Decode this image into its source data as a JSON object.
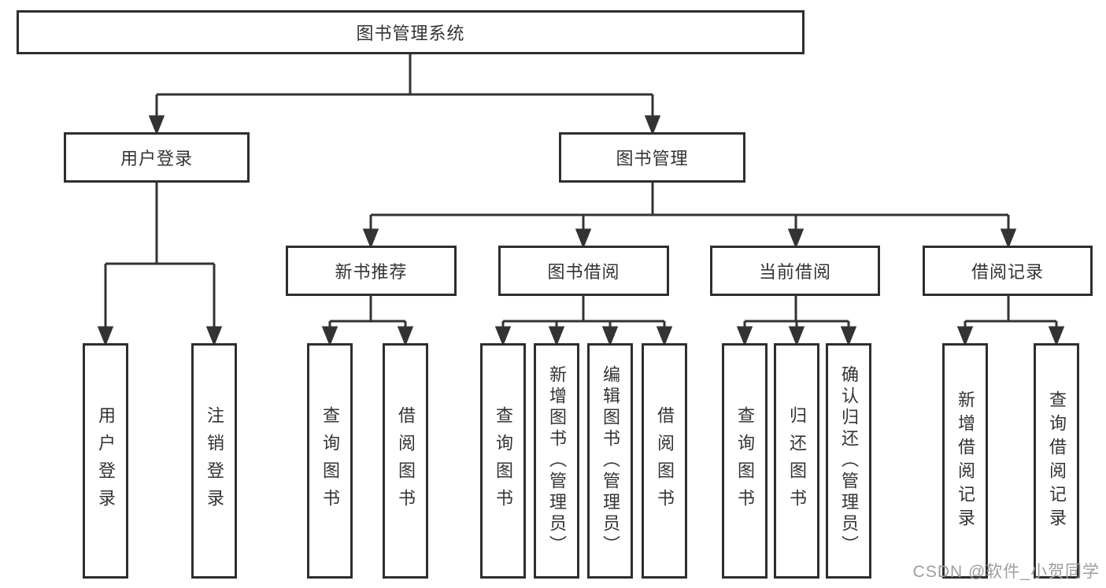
{
  "diagram": {
    "root_label": "图书管理系统",
    "login_branch": {
      "label": "用户登录",
      "children": [
        "用户登录",
        "注销登录"
      ]
    },
    "mgmt_branch": {
      "label": "图书管理",
      "sections": [
        {
          "label": "新书推荐",
          "children": [
            "查询图书",
            "借阅图书"
          ]
        },
        {
          "label": "图书借阅",
          "children": [
            "查询图书",
            "新增图书（管理员）",
            "编辑图书（管理员）",
            "借阅图书"
          ]
        },
        {
          "label": "当前借阅",
          "children": [
            "查询图书",
            "归还图书",
            "确认归还（管理员）"
          ]
        },
        {
          "label": "借阅记录",
          "children": [
            "新增借阅记录",
            "查询借阅记录"
          ]
        }
      ]
    }
  },
  "watermark": "CSDN @软件_小贺同学",
  "colors": {
    "line": "#333333",
    "box_border": "#2e2e2e",
    "box_fill": "#ffffff",
    "text": "#333333",
    "watermark": "#9e9e9e",
    "background": "#ffffff"
  }
}
